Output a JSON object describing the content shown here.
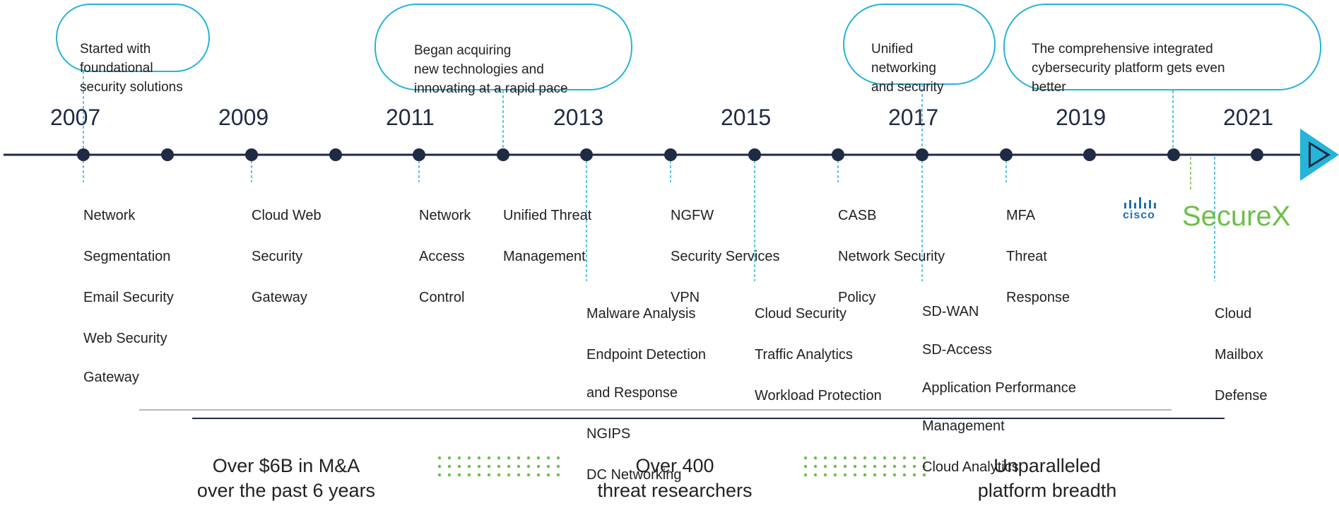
{
  "bubbles": [
    {
      "text": "Started with\nfoundational\nsecurity solutions"
    },
    {
      "text": "Began acquiring\nnew technologies and\ninnovating at a rapid pace"
    },
    {
      "text": "Unified\nnetworking\nand security"
    },
    {
      "text": "The comprehensive integrated\ncybersecurity platform gets even\nbetter"
    }
  ],
  "years": [
    "2007",
    "2009",
    "2011",
    "2013",
    "2015",
    "2017",
    "2019",
    "2021"
  ],
  "milestones": [
    {
      "lines": [
        "Network",
        "Segmentation",
        "Email Security",
        "Web Security",
        "Gateway"
      ]
    },
    {
      "lines": [
        "Cloud Web",
        "Security",
        "Gateway"
      ]
    },
    {
      "lines": [
        "Network",
        "Access",
        "Control"
      ]
    },
    {
      "lines": [
        "Unified Threat",
        "Management"
      ]
    },
    {
      "lines": [
        "NGFW",
        "Security Services",
        "VPN"
      ]
    },
    {
      "lines": [
        "CASB",
        "Network Security",
        "Policy"
      ]
    },
    {
      "lines": [
        "MFA",
        "Threat",
        "Response"
      ]
    },
    {
      "lines": [
        "Malware Analysis",
        "Endpoint Detection",
        "and Response",
        "NGIPS",
        "DC Networking"
      ]
    },
    {
      "lines": [
        "Cloud Security",
        "Traffic Analytics",
        "Workload Protection"
      ]
    },
    {
      "lines": [
        "SD-WAN",
        "SD-Access",
        "Application Performance",
        "Management",
        "Cloud Analytics"
      ]
    },
    {
      "lines": [
        "Cloud",
        "Mailbox",
        "Defense"
      ]
    }
  ],
  "logo": {
    "brand": "cisco",
    "product": "SecureX"
  },
  "stats": [
    {
      "text": "Over $6B in M&A\nover the past 6 years"
    },
    {
      "text": "Over 400\nthreat researchers"
    },
    {
      "text": "Unparalleled\nplatform breadth"
    }
  ],
  "colors": {
    "timeline": "#1f2a44",
    "accent_blue": "#26b4d8",
    "accent_green": "#6cc04a",
    "cisco_blue": "#1f6fb3"
  }
}
